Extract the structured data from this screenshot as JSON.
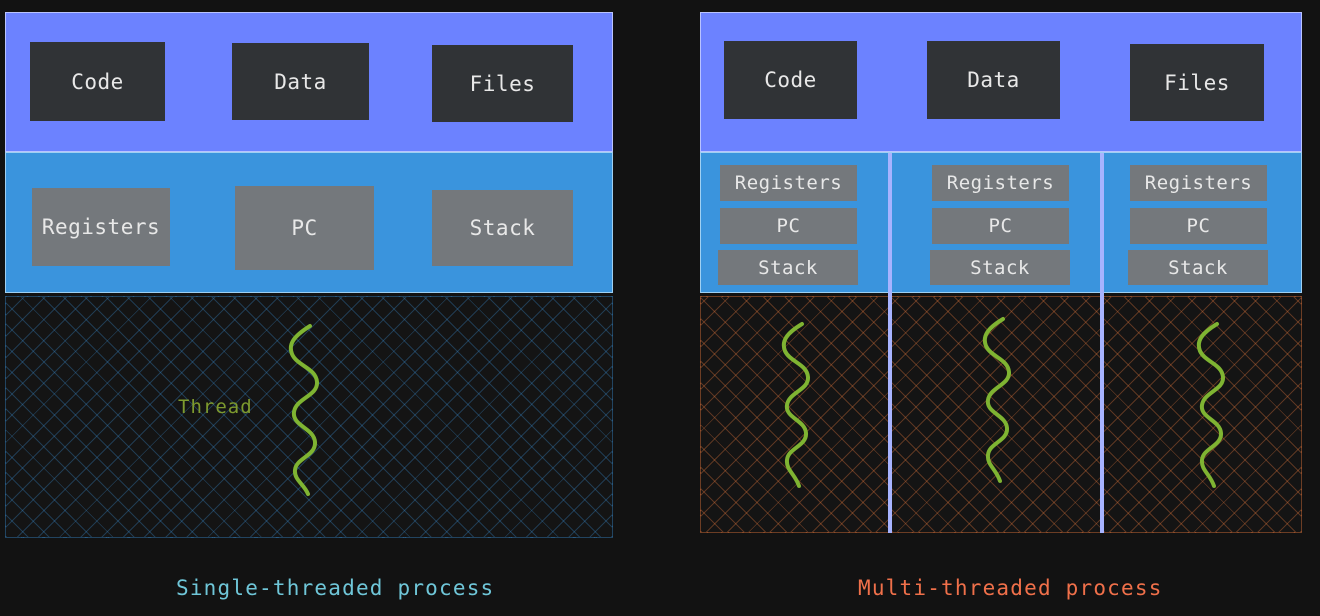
{
  "diagram": {
    "title_single": "Single-threaded process",
    "title_multi": "Multi-threaded process",
    "thread_label": "Thread",
    "colors": {
      "shared_band": "#6c82ff",
      "thread_band": "#3a94dd",
      "shared_box": "#303336",
      "thread_box": "#74787c",
      "squiggle": "#7fb432",
      "single_caption": "#6fc6d8",
      "multi_caption": "#f0704a",
      "divider": "#a7b3ff",
      "background": "#121212",
      "thread_label": "#7d9a2e"
    }
  },
  "single_process": {
    "shared_boxes": [
      {
        "label": "Code"
      },
      {
        "label": "Data"
      },
      {
        "label": "Files"
      }
    ],
    "thread_boxes": [
      {
        "label": "Registers"
      },
      {
        "label": "PC"
      },
      {
        "label": "Stack"
      }
    ],
    "thread_count": 1,
    "caption": "Single-threaded process",
    "annotation": "Thread"
  },
  "multi_process": {
    "shared_boxes": [
      {
        "label": "Code"
      },
      {
        "label": "Data"
      },
      {
        "label": "Files"
      }
    ],
    "threads": [
      {
        "boxes": [
          {
            "label": "Registers"
          },
          {
            "label": "PC"
          },
          {
            "label": "Stack"
          }
        ]
      },
      {
        "boxes": [
          {
            "label": "Registers"
          },
          {
            "label": "PC"
          },
          {
            "label": "Stack"
          }
        ]
      },
      {
        "boxes": [
          {
            "label": "Registers"
          },
          {
            "label": "PC"
          },
          {
            "label": "Stack"
          }
        ]
      }
    ],
    "thread_count": 3,
    "caption": "Multi-threaded process"
  }
}
